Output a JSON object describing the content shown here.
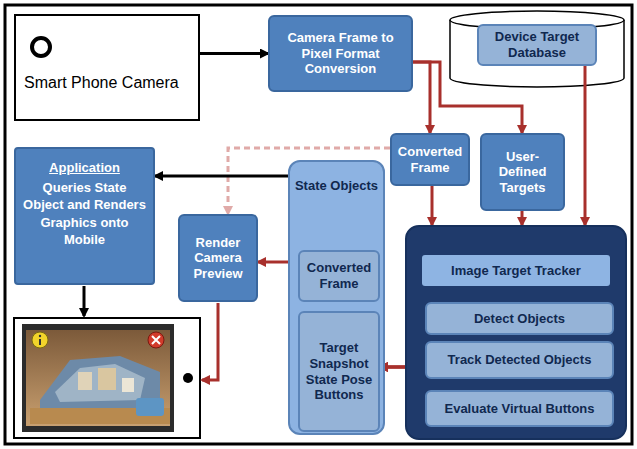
{
  "diagram": {
    "nodes": [
      {
        "text": [
          "Smart Phone Camera"
        ]
      },
      {
        "text": [
          "Camera Frame to Pixel Format Conversion"
        ]
      },
      {
        "text": [
          "Device Target Database"
        ]
      },
      {
        "text": [
          "Converted Frame"
        ]
      },
      {
        "text": [
          "User-Defined Targets"
        ]
      },
      {
        "text": [
          "Application",
          "Queries State Object and Renders Graphics onto Mobile"
        ]
      },
      {
        "text": [
          "Render Camera Preview"
        ]
      },
      {
        "text": [
          "State Objects"
        ]
      },
      {
        "text": [
          "Converted Frame"
        ],
        "in": 7
      },
      {
        "text": [
          "Target Snapshot State Pose Buttons"
        ],
        "in": 7
      },
      {
        "text": [
          "Image Target Tracker"
        ]
      },
      {
        "text": [
          "Detect Objects"
        ],
        "in": 10
      },
      {
        "text": [
          "Track Detected Objects"
        ],
        "in": 10
      },
      {
        "text": [
          "Evaluate Virtual Buttons"
        ],
        "in": 10
      }
    ],
    "edges": [
      {
        "from": 0,
        "to": 1,
        "arrow": "to"
      },
      {
        "from": 1,
        "to": 3,
        "arrow": "to"
      },
      {
        "from": 1,
        "to": 4,
        "arrow": "to"
      },
      {
        "from": 2,
        "to": 10,
        "arrow": "to"
      },
      {
        "from": 3,
        "to": 10,
        "arrow": "to"
      },
      {
        "from": 4,
        "to": 10,
        "arrow": "to"
      },
      {
        "from": 3,
        "to": 6,
        "arrow": "to"
      },
      {
        "from": 11,
        "to": 9,
        "arrow": "to"
      },
      {
        "from": 12,
        "to": 9,
        "arrow": "to"
      },
      {
        "from": 13,
        "to": 9,
        "arrow": "to"
      },
      {
        "from": 7,
        "to": 6,
        "arrow": "to"
      },
      {
        "from": 7,
        "to": 5,
        "arrow": "to"
      }
    ]
  }
}
